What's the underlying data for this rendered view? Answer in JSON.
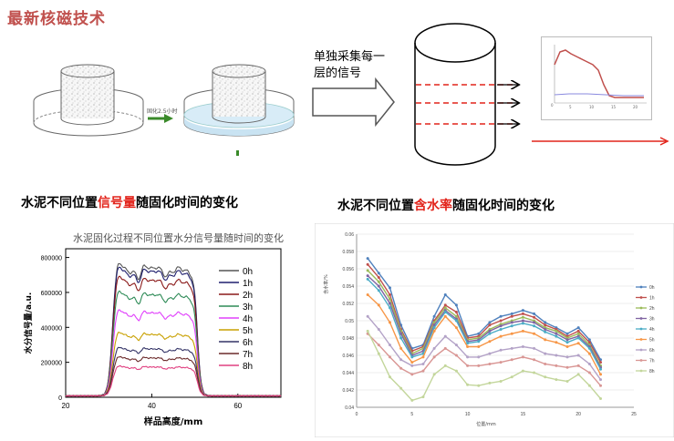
{
  "header": {
    "title": "最新核磁技术"
  },
  "process": {
    "time_label": "固化2.5小时",
    "step_label_line1": "单独采集每一",
    "step_label_line2": "层的信号"
  },
  "left_section": {
    "title_pre": "水泥不同位置",
    "title_highlight": "信号量",
    "title_post": "随固化时间的变化"
  },
  "right_section": {
    "title_pre": "水泥不同位置",
    "title_highlight": "含水率",
    "title_post": "随固化时间的变化"
  },
  "chart_data": [
    {
      "type": "line",
      "title": "水泥固化过程不同位置水分信号量随时间的变化",
      "xlabel": "样品高度/mm",
      "ylabel": "水分信号量/a.u.",
      "xlim": [
        20,
        70
      ],
      "ylim": [
        0,
        850000
      ],
      "x_ticks": [
        20,
        40,
        60
      ],
      "y_ticks": [
        "0",
        "200000",
        "400000",
        "600000",
        "800000"
      ],
      "legend": [
        "0h",
        "1h",
        "2h",
        "3h",
        "4h",
        "5h",
        "6h",
        "7h",
        "8h"
      ],
      "legend_position": "right",
      "plateau_values": [
        710000,
        690000,
        640000,
        560000,
        460000,
        340000,
        260000,
        210000,
        160000
      ],
      "colors": [
        "#555555",
        "#1f1f6e",
        "#8b1a1a",
        "#2e8b57",
        "#e040fb",
        "#c8a000",
        "#333366",
        "#6b2a2a",
        "#e04080"
      ]
    },
    {
      "type": "line",
      "title": "",
      "xlabel": "位置/mm",
      "ylabel": "含水率/%",
      "xlim": [
        0,
        25
      ],
      "ylim": [
        0.04,
        0.06
      ],
      "x_ticks": [
        "0",
        "5",
        "10",
        "15",
        "20",
        "25"
      ],
      "y_ticks": [
        "0.04",
        "0.042",
        "0.044",
        "0.046",
        "0.048",
        "0.05",
        "0.052",
        "0.054",
        "0.056",
        "0.058",
        "0.06"
      ],
      "x": [
        1,
        2,
        3,
        4,
        5,
        6,
        7,
        8,
        9,
        10,
        11,
        12,
        13,
        14,
        15,
        16,
        17,
        18,
        19,
        20,
        21,
        22
      ],
      "legend": [
        "0h",
        "1h",
        "2h",
        "3h",
        "4h",
        "5h",
        "6h",
        "7h",
        "8h"
      ],
      "legend_position": "right",
      "series": [
        {
          "name": "0h",
          "color": "#4f81bd",
          "values": [
            0.0572,
            0.0555,
            0.0538,
            0.0495,
            0.0468,
            0.0472,
            0.0505,
            0.053,
            0.0518,
            0.0482,
            0.0485,
            0.0498,
            0.0505,
            0.0508,
            0.0512,
            0.0508,
            0.0498,
            0.0492,
            0.0485,
            0.0492,
            0.0478,
            0.0455
          ]
        },
        {
          "name": "1h",
          "color": "#c0504d",
          "values": [
            0.0565,
            0.055,
            0.053,
            0.049,
            0.0465,
            0.047,
            0.05,
            0.0518,
            0.051,
            0.048,
            0.0482,
            0.0495,
            0.05,
            0.0505,
            0.0508,
            0.0504,
            0.0495,
            0.049,
            0.0482,
            0.0488,
            0.0475,
            0.0452
          ]
        },
        {
          "name": "2h",
          "color": "#9bbb59",
          "values": [
            0.0558,
            0.0545,
            0.0525,
            0.0488,
            0.0462,
            0.0468,
            0.0498,
            0.0515,
            0.0505,
            0.0478,
            0.048,
            0.049,
            0.0496,
            0.05,
            0.0504,
            0.05,
            0.0492,
            0.0488,
            0.048,
            0.0485,
            0.0472,
            0.0448
          ]
        },
        {
          "name": "3h",
          "color": "#8064a2",
          "values": [
            0.0552,
            0.054,
            0.052,
            0.0485,
            0.046,
            0.0465,
            0.0495,
            0.0512,
            0.0502,
            0.0476,
            0.0478,
            0.0488,
            0.0494,
            0.0498,
            0.05,
            0.0498,
            0.049,
            0.0485,
            0.0478,
            0.0482,
            0.047,
            0.0446
          ]
        },
        {
          "name": "4h",
          "color": "#4bacc6",
          "values": [
            0.0548,
            0.0535,
            0.0515,
            0.048,
            0.0458,
            0.0462,
            0.0492,
            0.051,
            0.05,
            0.0474,
            0.0476,
            0.0485,
            0.049,
            0.0494,
            0.0497,
            0.0494,
            0.0487,
            0.0482,
            0.0475,
            0.048,
            0.0468,
            0.0444
          ]
        },
        {
          "name": "5h",
          "color": "#f79646",
          "values": [
            0.053,
            0.0518,
            0.0498,
            0.0468,
            0.0452,
            0.0458,
            0.0488,
            0.0505,
            0.0492,
            0.047,
            0.047,
            0.0476,
            0.0482,
            0.0485,
            0.0488,
            0.0485,
            0.0478,
            0.0475,
            0.047,
            0.0474,
            0.0462,
            0.0438
          ]
        },
        {
          "name": "6h",
          "color": "#b3a2c7",
          "values": [
            0.0505,
            0.049,
            0.0472,
            0.0455,
            0.0448,
            0.045,
            0.0468,
            0.0482,
            0.0472,
            0.0458,
            0.0458,
            0.0462,
            0.0466,
            0.0468,
            0.047,
            0.0468,
            0.0462,
            0.046,
            0.0458,
            0.046,
            0.045,
            0.0432
          ]
        },
        {
          "name": "7h",
          "color": "#d99694",
          "values": [
            0.0485,
            0.0472,
            0.0458,
            0.0445,
            0.0438,
            0.0442,
            0.0458,
            0.0468,
            0.046,
            0.0448,
            0.0448,
            0.045,
            0.0452,
            0.0455,
            0.0458,
            0.0455,
            0.045,
            0.0448,
            0.0446,
            0.0448,
            0.044,
            0.0425
          ]
        },
        {
          "name": "8h",
          "color": "#c3d69b",
          "values": [
            0.0488,
            0.0462,
            0.0435,
            0.0422,
            0.0408,
            0.0412,
            0.0438,
            0.0448,
            0.0442,
            0.0426,
            0.0425,
            0.0428,
            0.043,
            0.0435,
            0.0442,
            0.044,
            0.0435,
            0.0432,
            0.043,
            0.0438,
            0.0425,
            0.041
          ]
        }
      ]
    }
  ]
}
